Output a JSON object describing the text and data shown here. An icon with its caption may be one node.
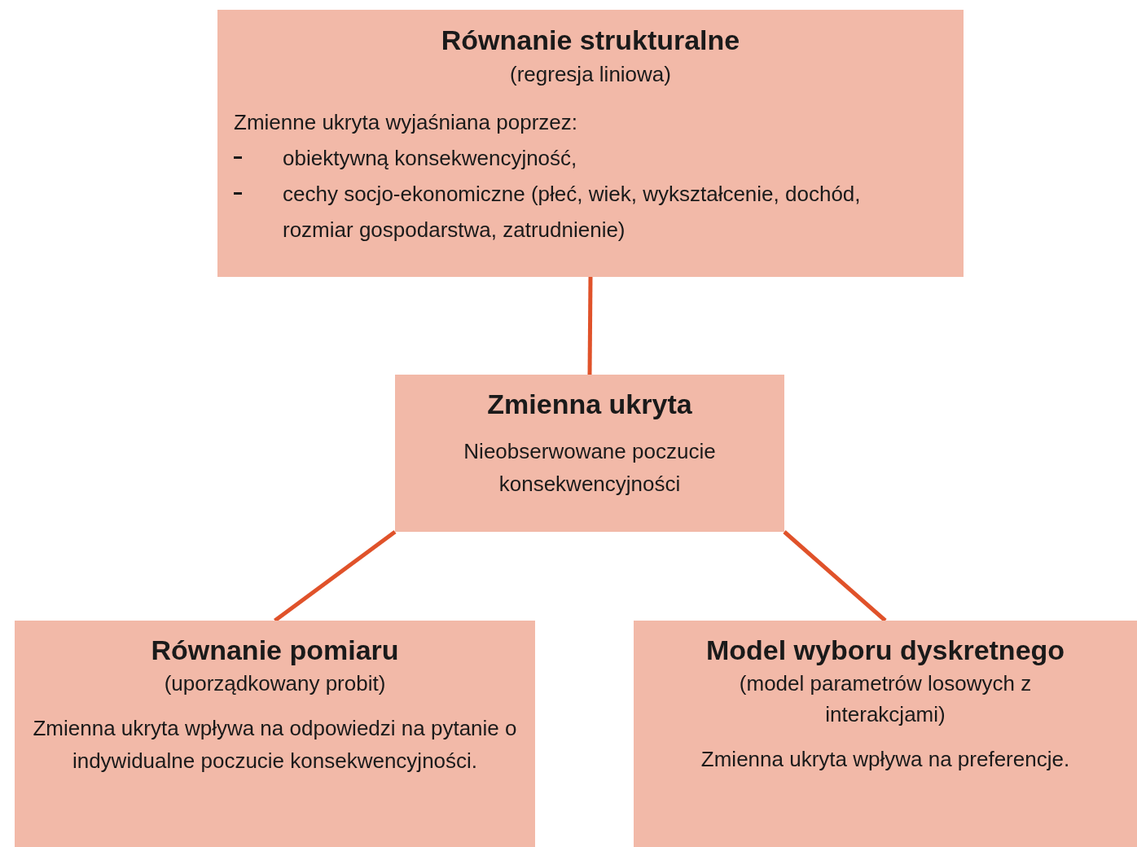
{
  "diagram": {
    "nodes": [
      {
        "text": [
          "Równanie strukturalne",
          "(regresja liniowa)",
          "Zmienne ukryta wyjaśniana poprzez:",
          "obiektywną konsekwencyjność,",
          "cechy socjo-ekonomiczne (płeć, wiek, wykształcenie, dochód, rozmiar gospodarstwa, zatrudnienie)"
        ]
      },
      {
        "text": [
          "Zmienna ukryta",
          "Nieobserwowane poczucie konsekwencyjności"
        ]
      },
      {
        "text": [
          "Równanie pomiaru",
          "(uporządkowany probit)",
          "Zmienna ukryta wpływa na odpowiedzi na pytanie o indywidualne poczucie konsekwencyjności."
        ]
      },
      {
        "text": [
          "Model wyboru dyskretnego",
          "(model parametrów losowych z interakcjami)",
          "Zmienna ukryta wpływa na preferencje."
        ]
      }
    ],
    "edges": [
      {
        "from": 0,
        "to": 1,
        "arrow": "none"
      },
      {
        "from": 1,
        "to": 2,
        "arrow": "none"
      },
      {
        "from": 1,
        "to": 3,
        "arrow": "none"
      }
    ]
  }
}
